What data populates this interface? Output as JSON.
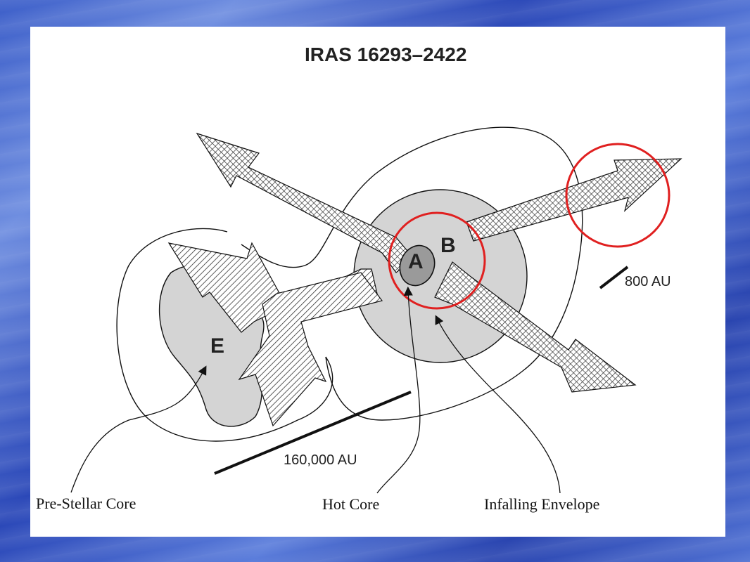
{
  "title": "IRAS 16293–2422",
  "components": {
    "a": "A",
    "b": "B",
    "e": "E"
  },
  "scales": {
    "small": "800 AU",
    "large": "160,000 AU"
  },
  "annotations": {
    "pre_stellar_core": "Pre-Stellar Core",
    "hot_core": "Hot Core",
    "infalling_envelope": "Infalling Envelope"
  },
  "colors": {
    "highlight_circle": "#e02020",
    "core_fill": "#d4d4d4",
    "source_a_fill": "#9a9a9a"
  }
}
